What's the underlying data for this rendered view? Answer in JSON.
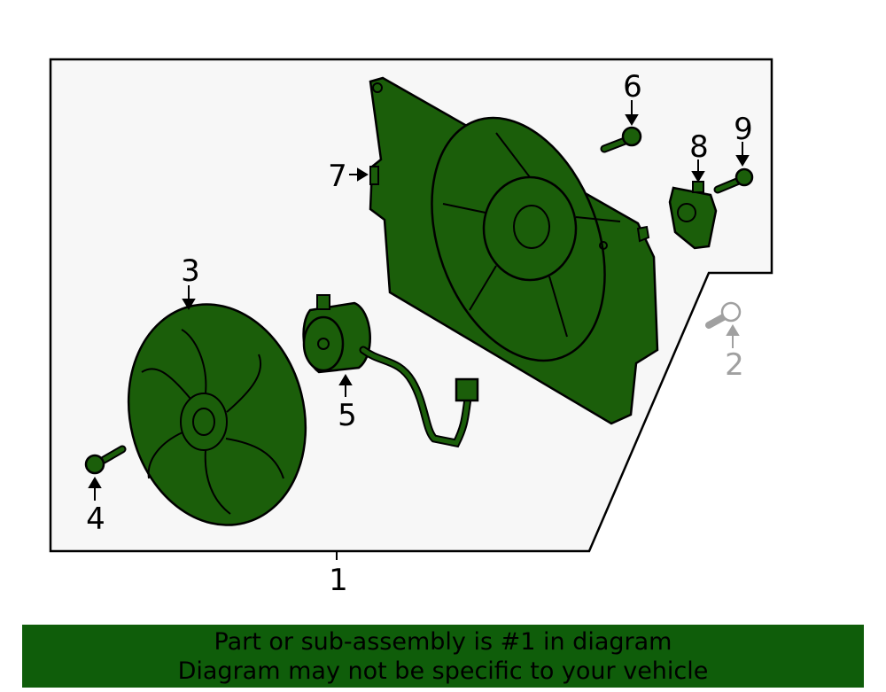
{
  "colors": {
    "part_fill": "#1b5e0a",
    "banner_background": "#0f5d0a",
    "outline": "#000000",
    "panel_fill": "#f7f7f7",
    "muted_part": "#a0a0a0"
  },
  "callouts": [
    {
      "id": "1",
      "label": "1"
    },
    {
      "id": "2",
      "label": "2"
    },
    {
      "id": "3",
      "label": "3"
    },
    {
      "id": "4",
      "label": "4"
    },
    {
      "id": "5",
      "label": "5"
    },
    {
      "id": "6",
      "label": "6"
    },
    {
      "id": "7",
      "label": "7"
    },
    {
      "id": "8",
      "label": "8"
    },
    {
      "id": "9",
      "label": "9"
    }
  ],
  "banner": {
    "line1": "Part or sub-assembly is #1 in diagram",
    "line2": "Diagram may not be specific to your vehicle"
  }
}
